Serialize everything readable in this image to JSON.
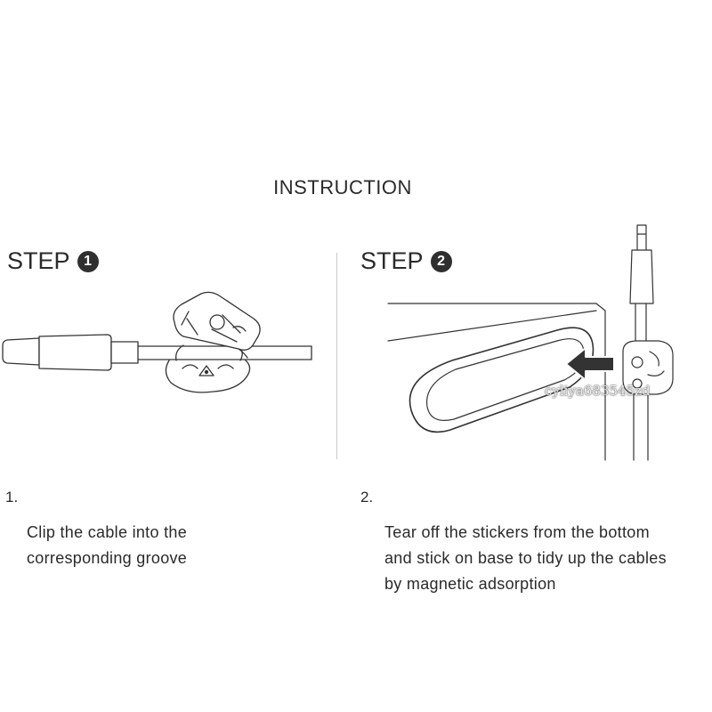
{
  "title": "INSTRUCTION",
  "steps": [
    {
      "heading": "STEP",
      "badge": "1",
      "number_label": "1.",
      "lines": [
        "Clip the cable into the",
        "corresponding groove"
      ]
    },
    {
      "heading": "STEP",
      "badge": "2",
      "number_label": "2.",
      "lines": [
        "Tear off the stickers from the bottom",
        "and stick on base to tidy up the cables",
        "by magnetic adsorption"
      ]
    }
  ],
  "watermark": "cyliya683545zd",
  "colors": {
    "ink": "#2a2a2a",
    "badge": "#2f2f2f",
    "divider": "#c8c8c8",
    "background": "#ffffff"
  }
}
